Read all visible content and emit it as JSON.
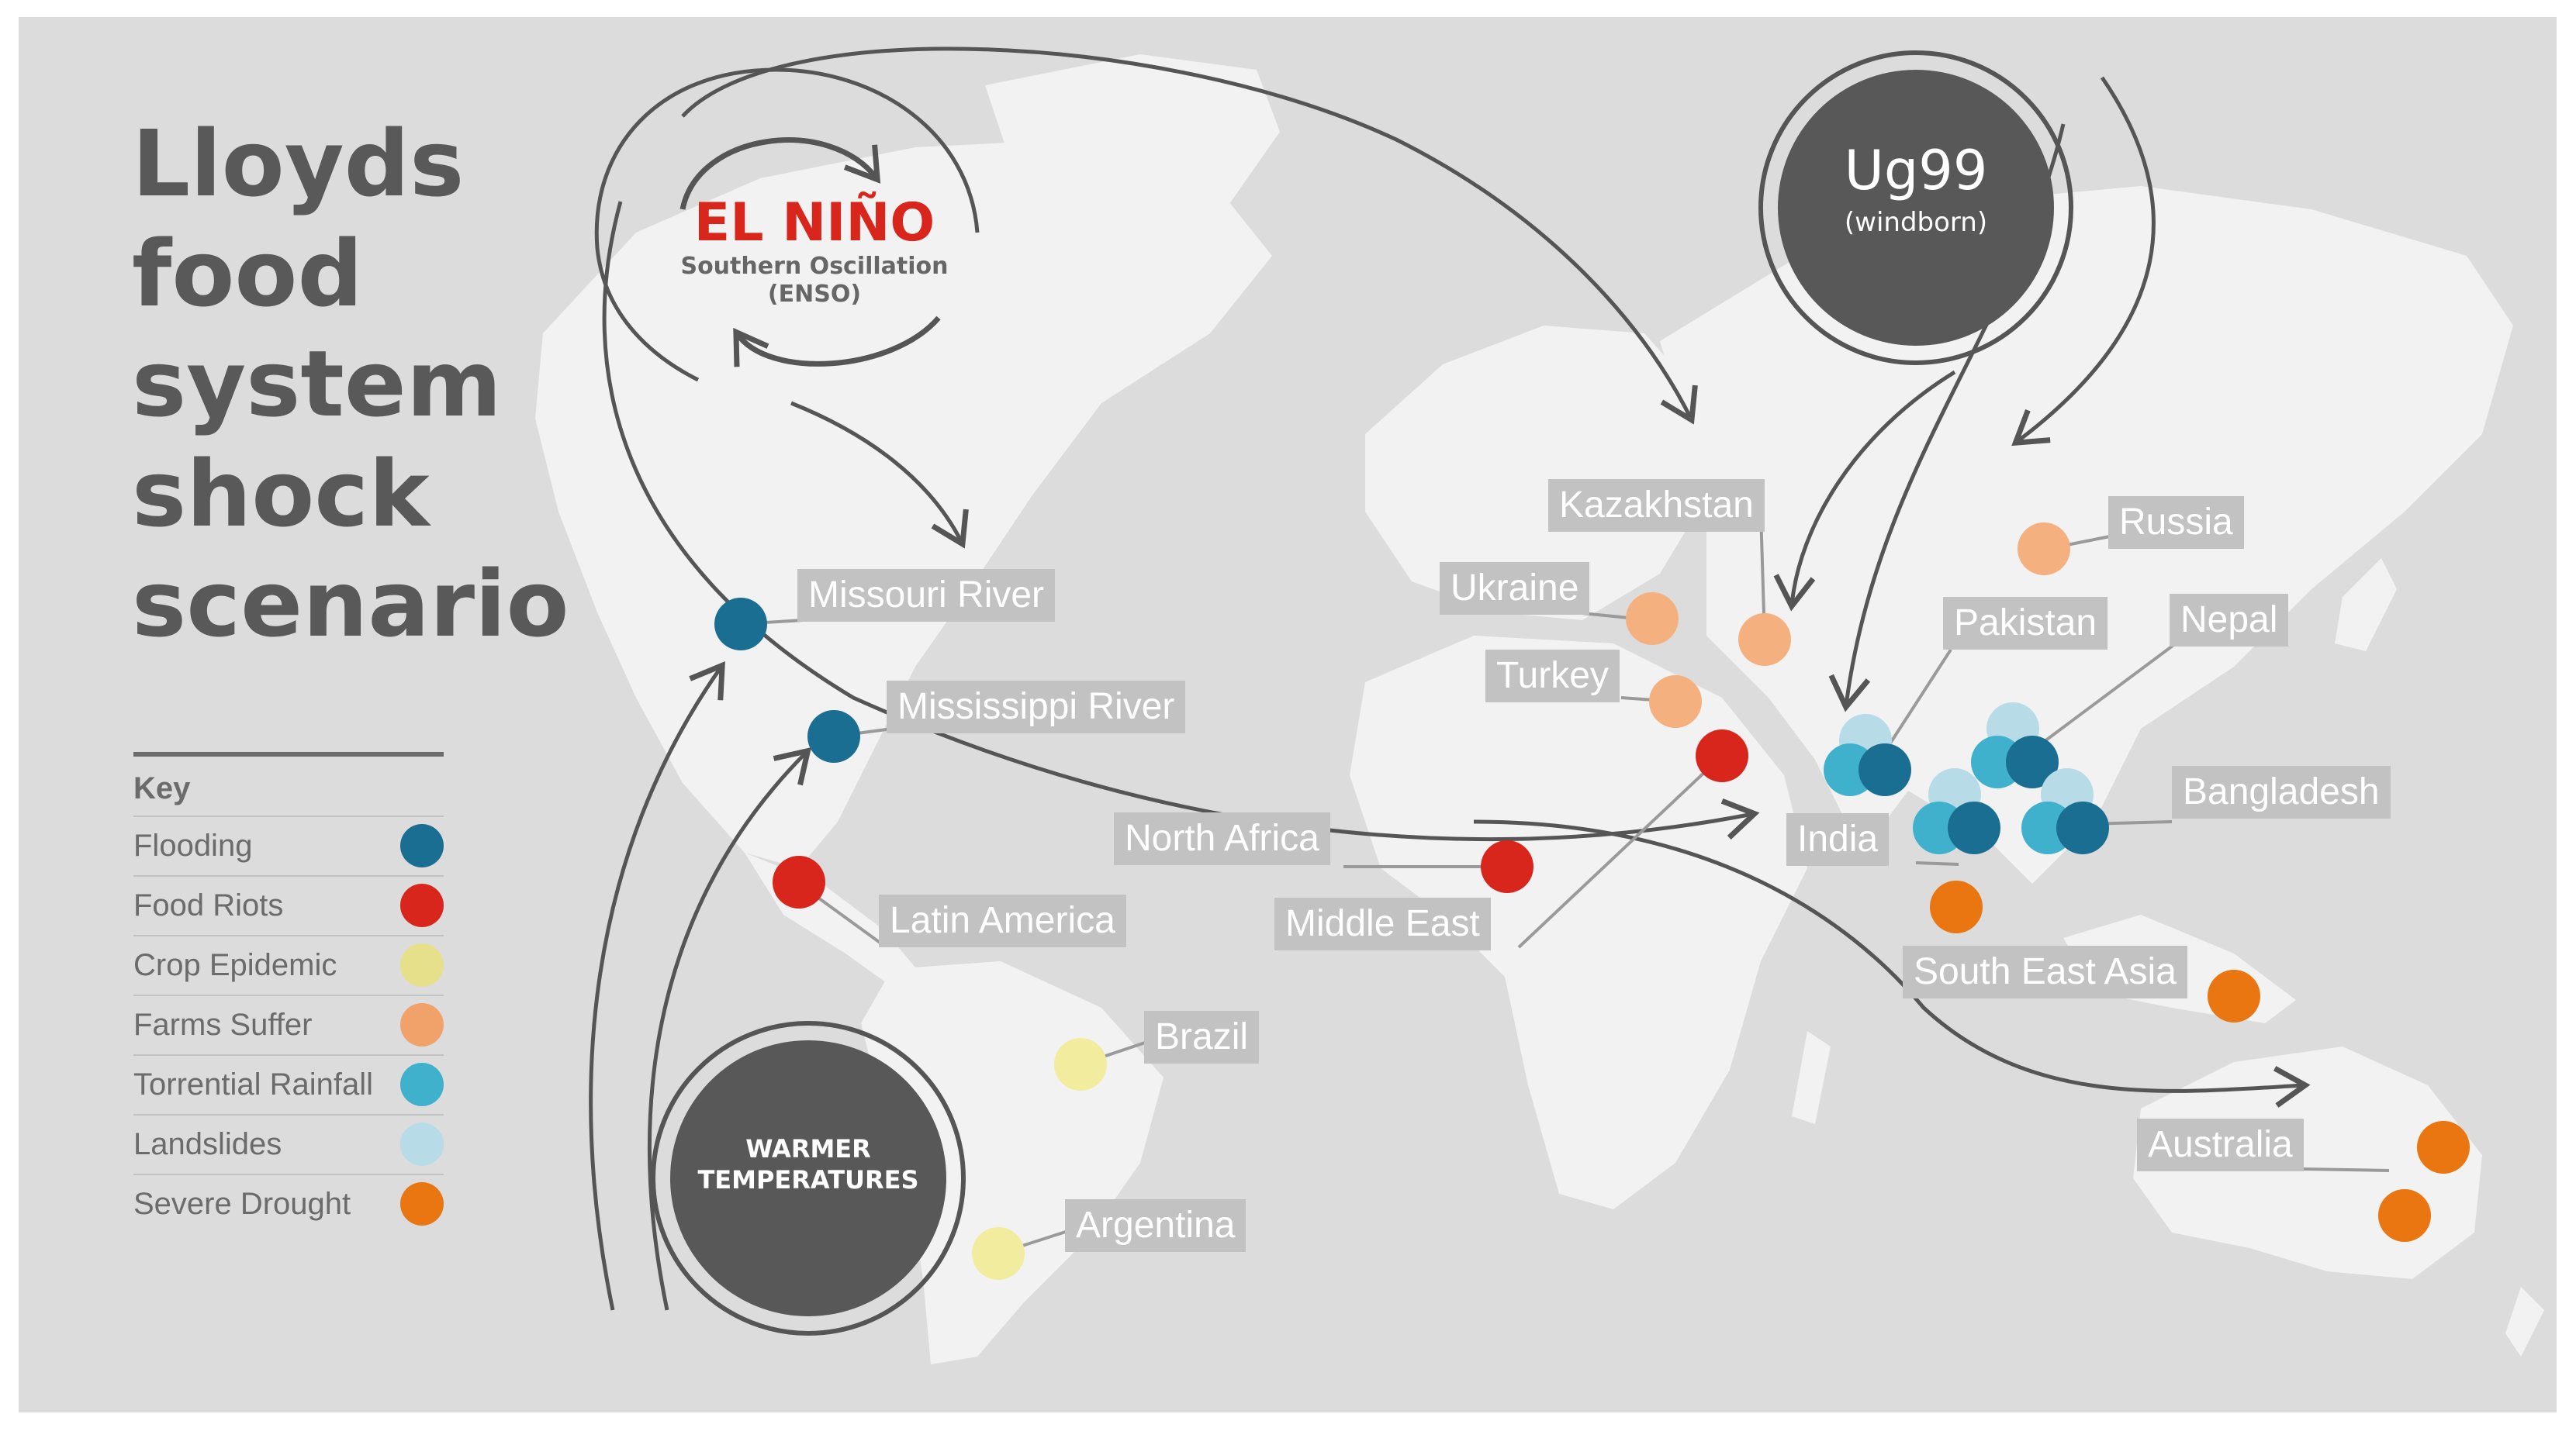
{
  "title": "Lloyds\nfood\nsystem\nshock\nscenario",
  "key": {
    "title": "Key",
    "items": [
      {
        "label": "Flooding",
        "color": "#1a6e91"
      },
      {
        "label": "Food Riots",
        "color": "#d9261c"
      },
      {
        "label": "Crop Epidemic",
        "color": "#e6e08a"
      },
      {
        "label": "Farms Suffer",
        "color": "#f0a26a"
      },
      {
        "label": "Torrential Rainfall",
        "color": "#3fb1cc"
      },
      {
        "label": "Landslides",
        "color": "#b8dbe8"
      },
      {
        "label": "Severe Drought",
        "color": "#e97610"
      }
    ]
  },
  "el_nino": {
    "name": "EL NIÑO",
    "subtitle": "Southern Oscillation",
    "abbr": "(ENSO)",
    "name_color": "#d9261c"
  },
  "ug99": {
    "name": "Ug99",
    "note": "(windborn)"
  },
  "warmer": {
    "line1": "WARMER",
    "line2": "TEMPERATURES"
  },
  "regions": {
    "missouri": "Missouri River",
    "mississippi": "Mississippi River",
    "latin_america": "Latin America",
    "brazil": "Brazil",
    "argentina": "Argentina",
    "north_africa": "North Africa",
    "middle_east": "Middle East",
    "ukraine": "Ukraine",
    "turkey": "Turkey",
    "kazakhstan": "Kazakhstan",
    "russia": "Russia",
    "pakistan": "Pakistan",
    "nepal": "Nepal",
    "india": "India",
    "bangladesh": "Bangladesh",
    "south_east_asia": "South East Asia",
    "australia": "Australia"
  },
  "colors": {
    "background": "#dcdcdc",
    "land": "#f2f2f2",
    "label_box": "#c2c2c2",
    "bubble": "#585858",
    "arrow": "#555555"
  }
}
